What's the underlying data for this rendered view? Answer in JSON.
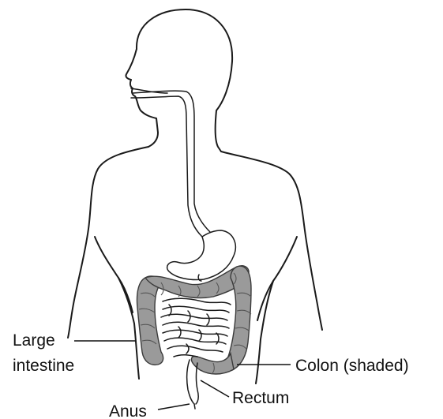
{
  "labels": {
    "large_intestine_line1": "Large",
    "large_intestine_line2": "intestine",
    "colon": "Colon (shaded)",
    "rectum": "Rectum",
    "anus": "Anus"
  },
  "colors": {
    "outline": "#1a1a1a",
    "colon_shading": "#9a9a9a",
    "background": "#ffffff"
  }
}
